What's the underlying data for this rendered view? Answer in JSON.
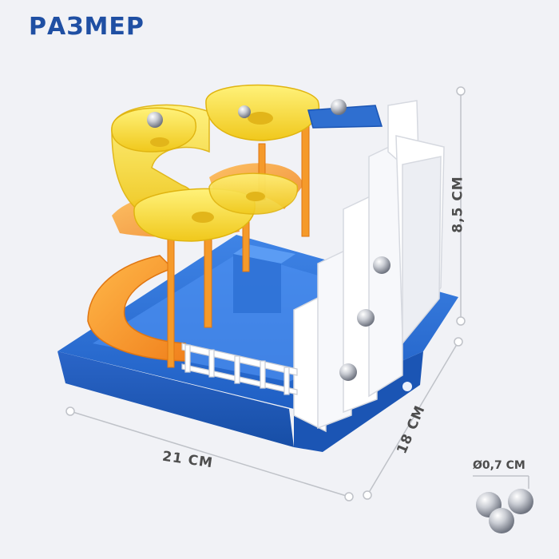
{
  "title": "РАЗМЕР",
  "dimensions": {
    "width": "21 СМ",
    "depth": "18 СМ",
    "height": "8,5 СМ",
    "ball_diameter": "Ø0,7 СМ"
  },
  "colors": {
    "title": "#1f4fa3",
    "dimension_text": "#4d4d4d",
    "base_blue": "#2f6fd0",
    "track_yellow": "#f5dc2c",
    "track_orange": "#f59a2a",
    "wall_white": "#ffffff",
    "ball_silver": "#b9bcc4"
  }
}
